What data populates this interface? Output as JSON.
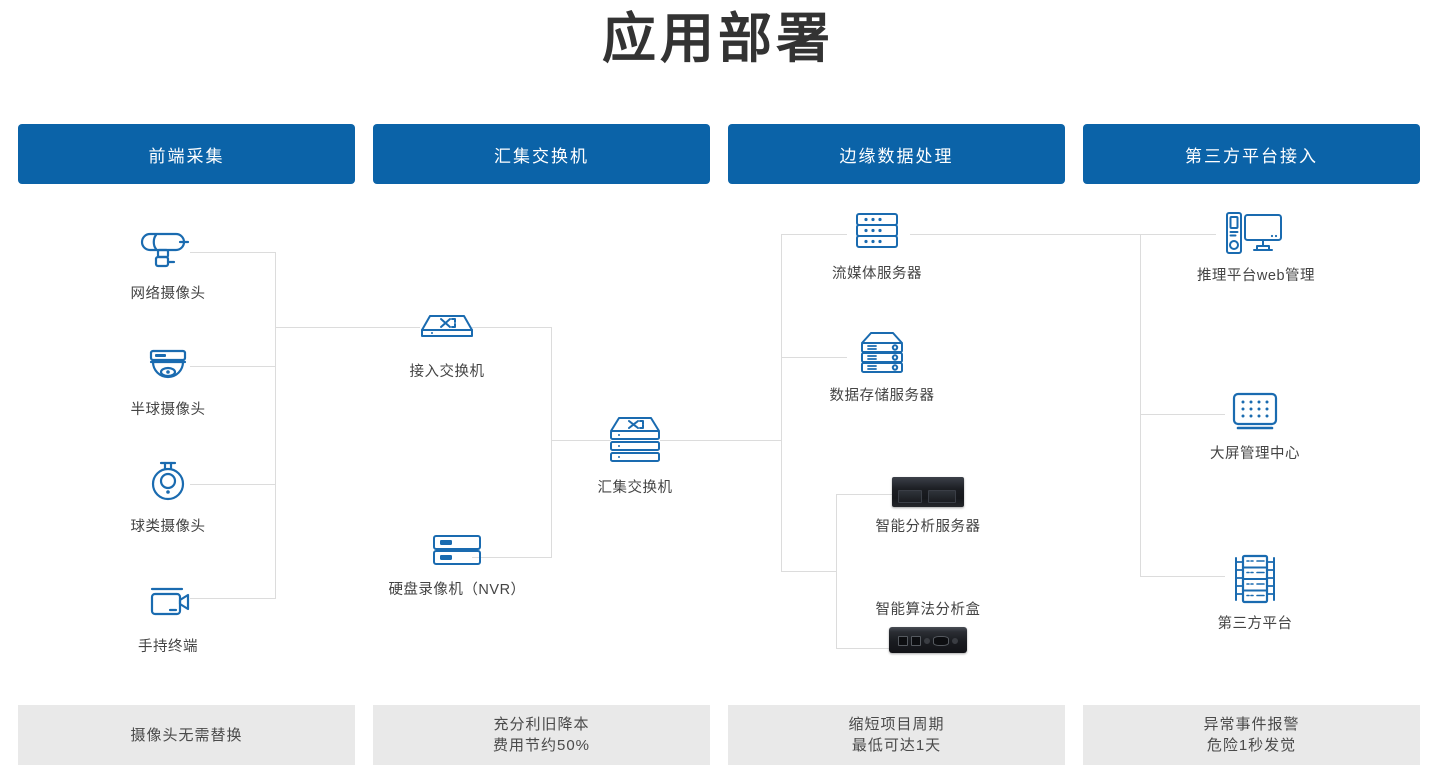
{
  "page": {
    "title": "应用部署",
    "accent_color": "#0b63a8",
    "line_color": "#dcdcdc",
    "footer_bg": "#e9e9e9"
  },
  "columns": [
    {
      "header": "前端采集"
    },
    {
      "header": "汇集交换机"
    },
    {
      "header": "边缘数据处理"
    },
    {
      "header": "第三方平台接入"
    }
  ],
  "nodes": {
    "ipcam": "网络摄像头",
    "domecam": "半球摄像头",
    "ptzcam": "球类摄像头",
    "handheld": "手持终端",
    "access_switch": "接入交换机",
    "nvr": "硬盘录像机（NVR）",
    "agg_switch": "汇集交换机",
    "stream_server": "流媒体服务器",
    "storage_server": "数据存储服务器",
    "ai_server": "智能分析服务器",
    "ai_box": "智能算法分析盒",
    "web_mgmt": "推理平台web管理",
    "bigscreen": "大屏管理中心",
    "third_party": "第三方平台"
  },
  "footers": [
    {
      "line1": "摄像头无需替换",
      "line2": ""
    },
    {
      "line1": "充分利旧降本",
      "line2": "费用节约50%"
    },
    {
      "line1": "缩短项目周期",
      "line2": "最低可达1天"
    },
    {
      "line1": "异常事件报警",
      "line2": "危险1秒发觉"
    }
  ]
}
